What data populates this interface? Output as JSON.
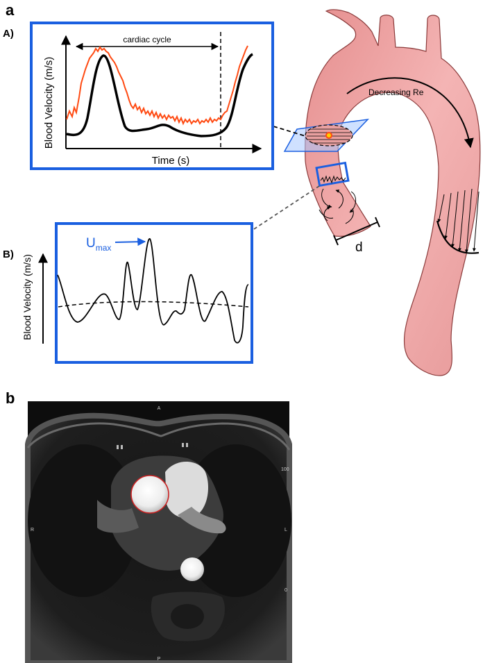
{
  "panel_a": {
    "letter": "a",
    "sub_a_label": "A)",
    "sub_b_label": "B)",
    "plot_a": {
      "cycle_label": "cardiac cycle",
      "ylabel": "Blood Velocity (m/s)",
      "xlabel": "Time (s)"
    },
    "plot_b": {
      "ylabel": "Blood Velocity (m/s)",
      "umax_main": "U",
      "umax_sub": "max"
    },
    "aorta": {
      "decreasing_label": "Decreasing Re",
      "diameter_label": "d"
    }
  },
  "panel_b": {
    "letter": "b",
    "mri_labels": {
      "top": "A",
      "bottom": "P",
      "left": "R",
      "right": "L",
      "scale_top": "100",
      "scale_bottom": "0"
    }
  },
  "colors": {
    "frame_blue": "#1a5fe0",
    "aorta_fill": "#f0a6a6",
    "aorta_stroke": "#8a3a3a",
    "trace_orange": "#ff4a12"
  }
}
